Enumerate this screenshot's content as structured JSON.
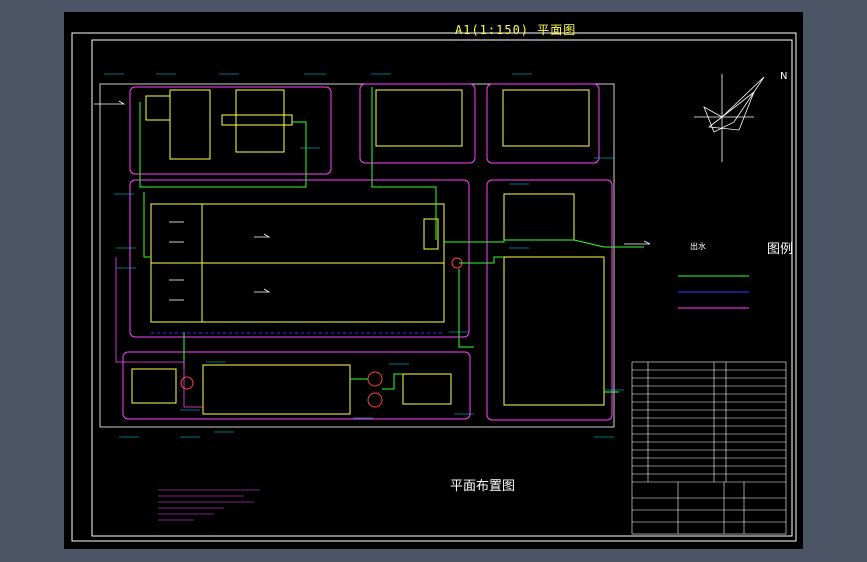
{
  "sheet": {
    "title": "A1(1:150) 平面图",
    "north": "N",
    "legend_title": "图例",
    "plan_title": "平面布置图",
    "outflow_label": "出水"
  },
  "colors": {
    "background": "#4c5566",
    "sheet": "#000000",
    "border": "#ffffff",
    "enclosure": "#ff40ff",
    "tank": "#ffff4d",
    "pipe_green": "#33ff33",
    "pipe_blue": "#3333ff",
    "pipe_magenta": "#ff40ff",
    "annotation": "#00e5ff"
  }
}
